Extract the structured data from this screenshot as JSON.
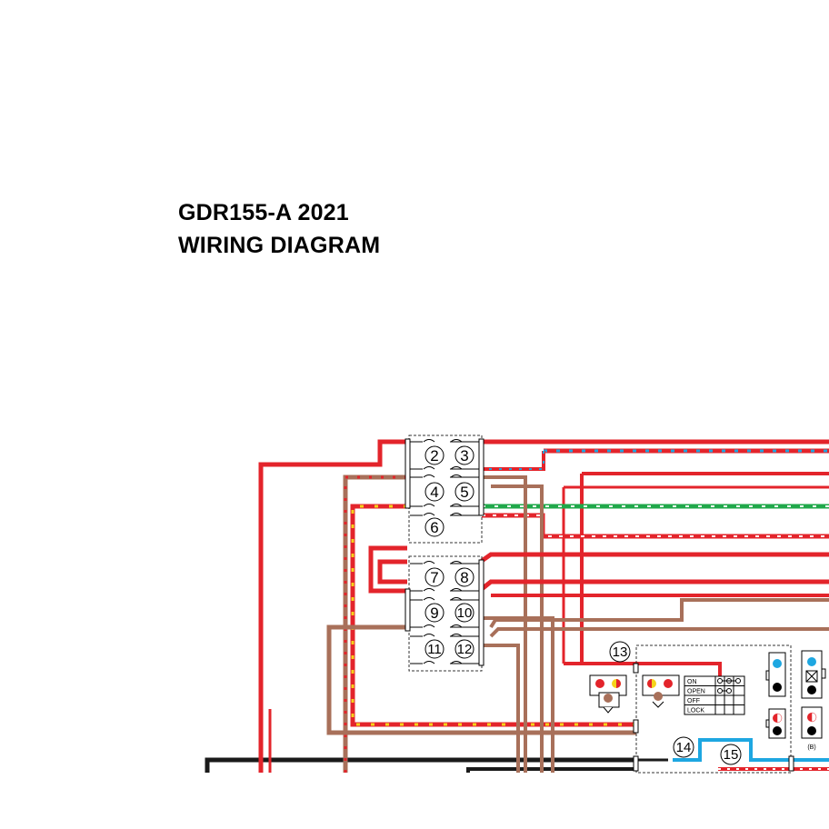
{
  "header": {
    "model": "GDR155-A 2021",
    "title": "WIRING DIAGRAM"
  },
  "fuse_box_upper": {
    "numbers": [
      "2",
      "3",
      "4",
      "5",
      "6"
    ]
  },
  "fuse_box_lower": {
    "numbers": [
      "7",
      "8",
      "9",
      "10",
      "11",
      "12"
    ]
  },
  "callouts": [
    "13",
    "14",
    "15"
  ],
  "switch_table": {
    "rows": [
      "ON",
      "OPEN",
      "OFF",
      "LOCK"
    ]
  },
  "connector_label": "(B)",
  "wire_colors": {
    "red": "#e3242b",
    "brown": "#a8705a",
    "black": "#1a1a1a",
    "green": "#20a84a",
    "sky_blue": "#1ea7e1",
    "yellow": "#f5d31a",
    "white": "#ffffff"
  }
}
